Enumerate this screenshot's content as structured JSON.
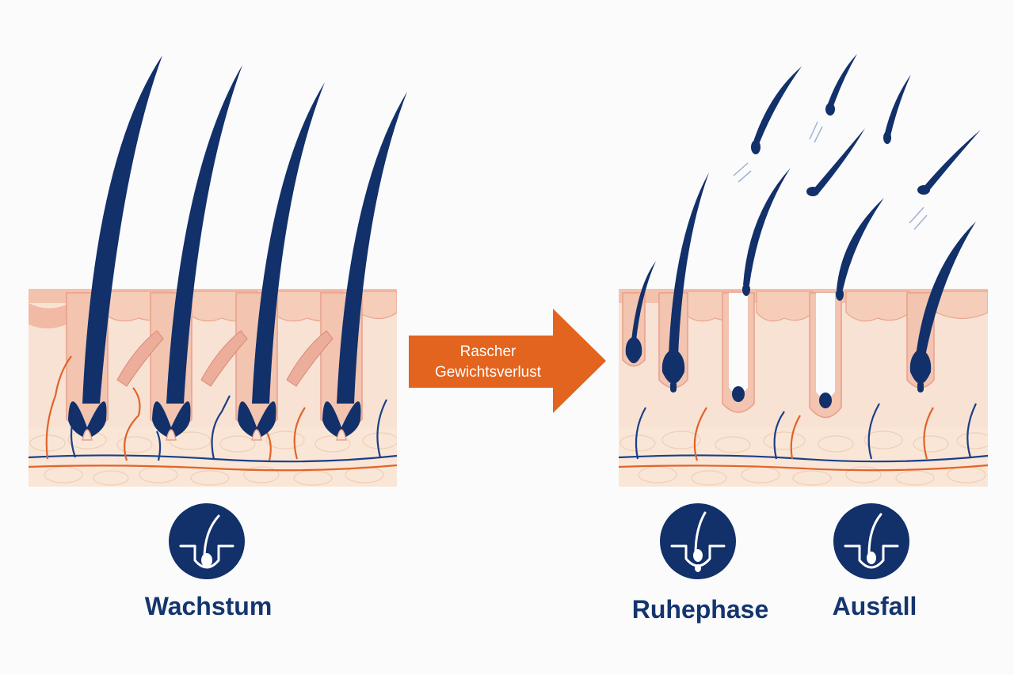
{
  "diagram": {
    "arrow": {
      "line1": "Rascher",
      "line2": "Gewichtsverlust",
      "color": "#e2641f"
    },
    "stages": {
      "growth": {
        "label": "Wachstum",
        "icon": "hair-follicle-growth-icon"
      },
      "rest": {
        "label": "Ruhephase",
        "icon": "hair-follicle-resting-icon"
      },
      "loss": {
        "label": "Ausfall",
        "icon": "hair-follicle-shedding-icon"
      }
    },
    "colors": {
      "hair": "#12306a",
      "skin": "#f6d8c6",
      "epidermis": "#f2b9a4",
      "vessel_red": "#e0642a",
      "vessel_blue": "#1b3f87",
      "icon_bg": "#12306a",
      "label": "#14356e"
    }
  }
}
